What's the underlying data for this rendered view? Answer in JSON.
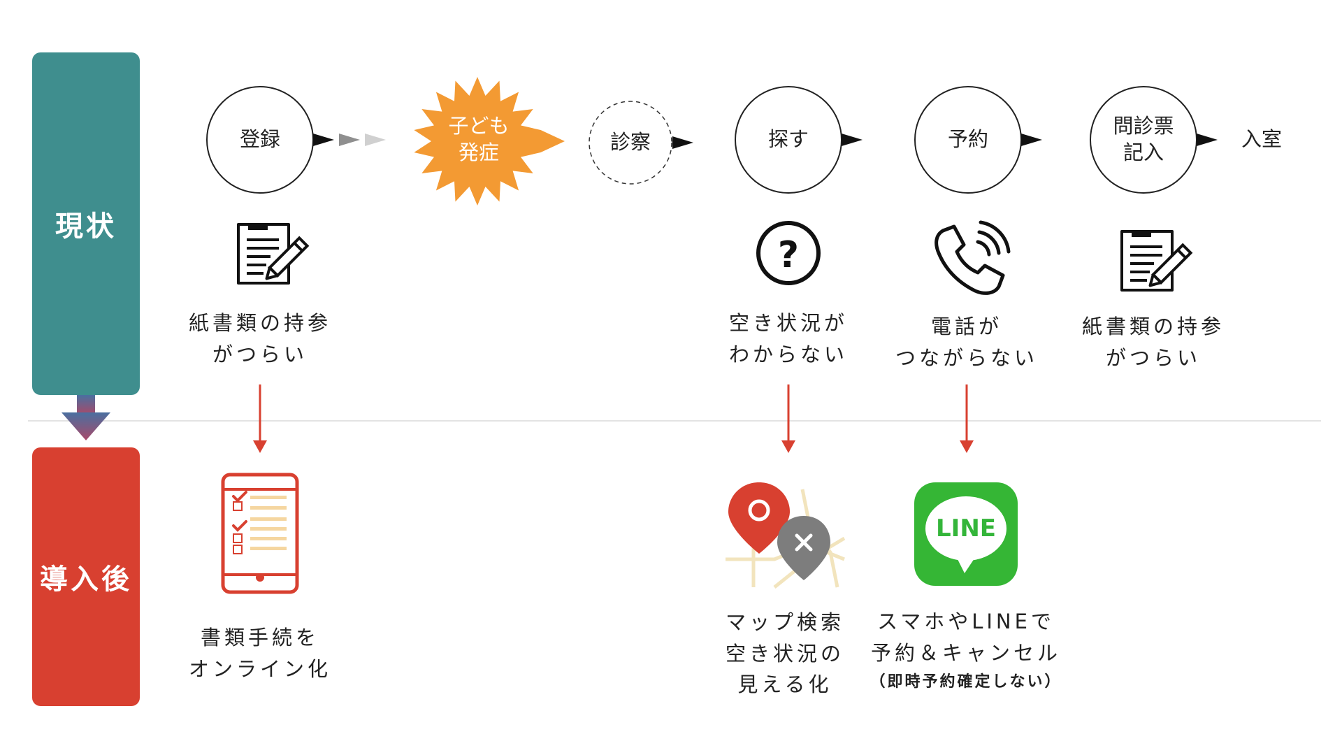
{
  "sections": {
    "current": "現状",
    "after": "導入後"
  },
  "flow_steps": [
    {
      "label": "登録"
    },
    {
      "label": "子ども\n発症"
    },
    {
      "label": "診察"
    },
    {
      "label": "探す"
    },
    {
      "label": "予約"
    },
    {
      "label": "問診票\n記入"
    },
    {
      "label": "入室"
    }
  ],
  "problems": {
    "registration": {
      "icon": "document-pencil-icon",
      "text": "紙書類の持参\nがつらい"
    },
    "search": {
      "icon": "question-circle-icon",
      "text": "空き状況が\nわからない"
    },
    "reserve": {
      "icon": "phone-ringing-icon",
      "text": "電話が\nつながらない"
    },
    "questionnaire": {
      "icon": "document-pencil-icon",
      "text": "紙書類の持参\nがつらい"
    }
  },
  "solutions": {
    "registration": {
      "icon": "tablet-checklist-icon",
      "text": "書類手続を\nオンライン化"
    },
    "search": {
      "icon": "map-pins-icon",
      "text": "マップ検索\n空き状況の\n見える化"
    },
    "reserve": {
      "icon": "line-app-icon",
      "icon_text": "LINE",
      "text": "スマホやLINEで\n予約＆キャンセル",
      "note": "（即時予約確定しない）"
    }
  },
  "colors": {
    "current": "#3f8e8e",
    "after": "#d84030",
    "burst": "#f39a33",
    "arrow_red": "#d84030",
    "line_green": "#35b635"
  }
}
